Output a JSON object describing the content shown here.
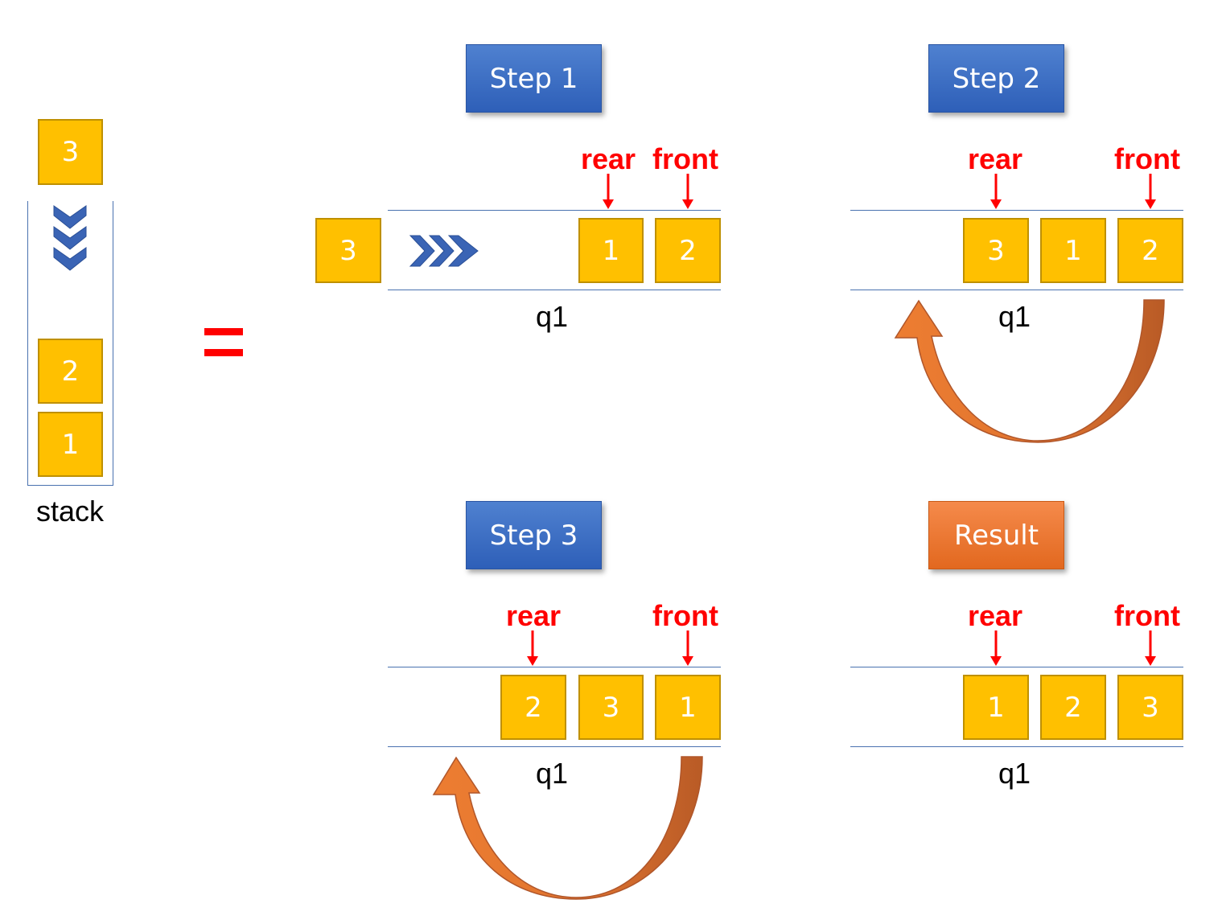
{
  "stack": {
    "label": "stack",
    "top_item": "3",
    "items": [
      "2",
      "1"
    ],
    "equals_sign": "="
  },
  "steps": [
    {
      "title": "Step 1",
      "incoming": "3",
      "queue": [
        "1",
        "2"
      ],
      "rear": "rear",
      "front": "front",
      "name": "q1"
    },
    {
      "title": "Step 2",
      "queue": [
        "3",
        "1",
        "2"
      ],
      "rear": "rear",
      "front": "front",
      "name": "q1"
    },
    {
      "title": "Step 3",
      "queue": [
        "2",
        "3",
        "1"
      ],
      "rear": "rear",
      "front": "front",
      "name": "q1"
    },
    {
      "title": "Result",
      "queue": [
        "1",
        "2",
        "3"
      ],
      "rear": "rear",
      "front": "front",
      "name": "q1"
    }
  ],
  "colors": {
    "box_fill": "#ffc000",
    "box_border": "#bf9000",
    "pointer_red": "#ff0000",
    "step_blue": "#4472c4",
    "result_orange": "#ed7d31",
    "arrow_orange": "#ed7d31",
    "arrow_dark": "#c0612b"
  },
  "icons": {
    "push_down": "chevrons-down-icon",
    "enqueue": "chevrons-right-icon",
    "rotate": "curved-arrow-icon"
  }
}
